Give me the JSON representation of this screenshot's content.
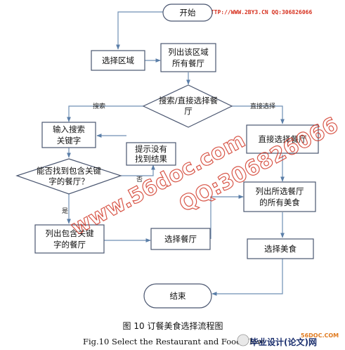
{
  "watermark": {
    "top": "HTTP://WWW.2BY3.CN QQ:306826066",
    "middle": "www.56doc.com",
    "right": "QQ:306826066"
  },
  "nodes": {
    "start": "开始",
    "select_region": "选择区域",
    "list_region_restaurants": [
      "列出该区域",
      "所有餐厅"
    ],
    "search_or_direct": [
      "搜索/直接选择餐",
      "厅"
    ],
    "input_keyword": [
      "输入搜索",
      "关键字"
    ],
    "prompt_no_result": [
      "提示没有",
      "找到结果"
    ],
    "can_find": [
      "能否找到包含关键",
      "字的餐厅？"
    ],
    "list_keyword_restaurants": [
      "列出包含关键",
      "字的餐厅"
    ],
    "select_restaurant_direct": [
      "直接选择餐厅"
    ],
    "select_restaurant": "选择餐厅",
    "list_all_food": [
      "列出所选餐厅",
      "的所有美食"
    ],
    "select_food": "选择美食",
    "end": "结束"
  },
  "edge_labels": {
    "search": "搜索",
    "direct": "直接选择",
    "no": "否",
    "yes": "是"
  },
  "caption": {
    "cn": "图 10   订餐美食选择流程图",
    "en": "Fig.10 Select the Restaurant and Food Flow"
  },
  "logo": {
    "url": "56DOC.COM",
    "text": "毕业设计(论文)网"
  }
}
